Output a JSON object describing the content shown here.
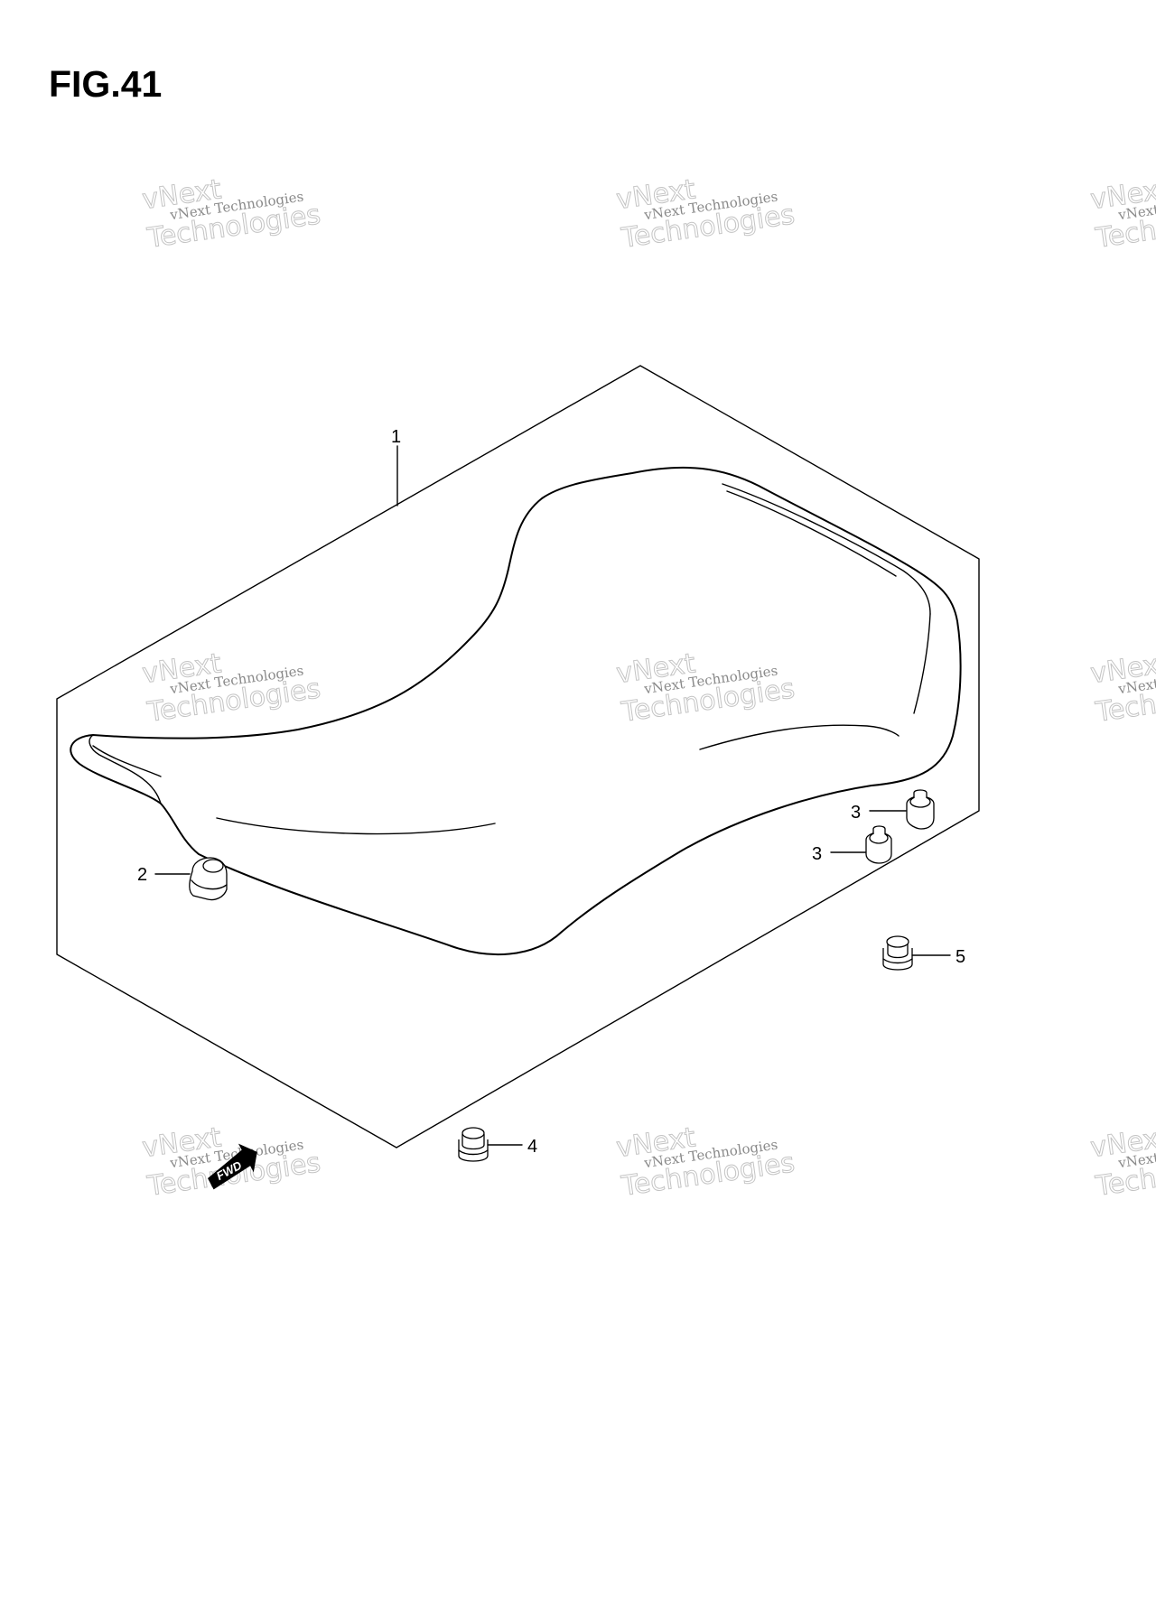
{
  "figure": {
    "title": "FIG.41"
  },
  "callouts": [
    {
      "number": "1",
      "part": "seat-assembly"
    },
    {
      "number": "2",
      "part": "seat-cushion-front"
    },
    {
      "number": "3",
      "part": "seat-cushion-rear-upper"
    },
    {
      "number": "3",
      "part": "seat-cushion-rear-lower"
    },
    {
      "number": "4",
      "part": "seat-rubber-damper-front"
    },
    {
      "number": "5",
      "part": "seat-rubber-damper-rear"
    }
  ],
  "fwd_mark": {
    "label": "FWD"
  },
  "watermark": {
    "line1": "vNext Technologies",
    "line2": "vNext",
    "line3": "Technologies"
  }
}
